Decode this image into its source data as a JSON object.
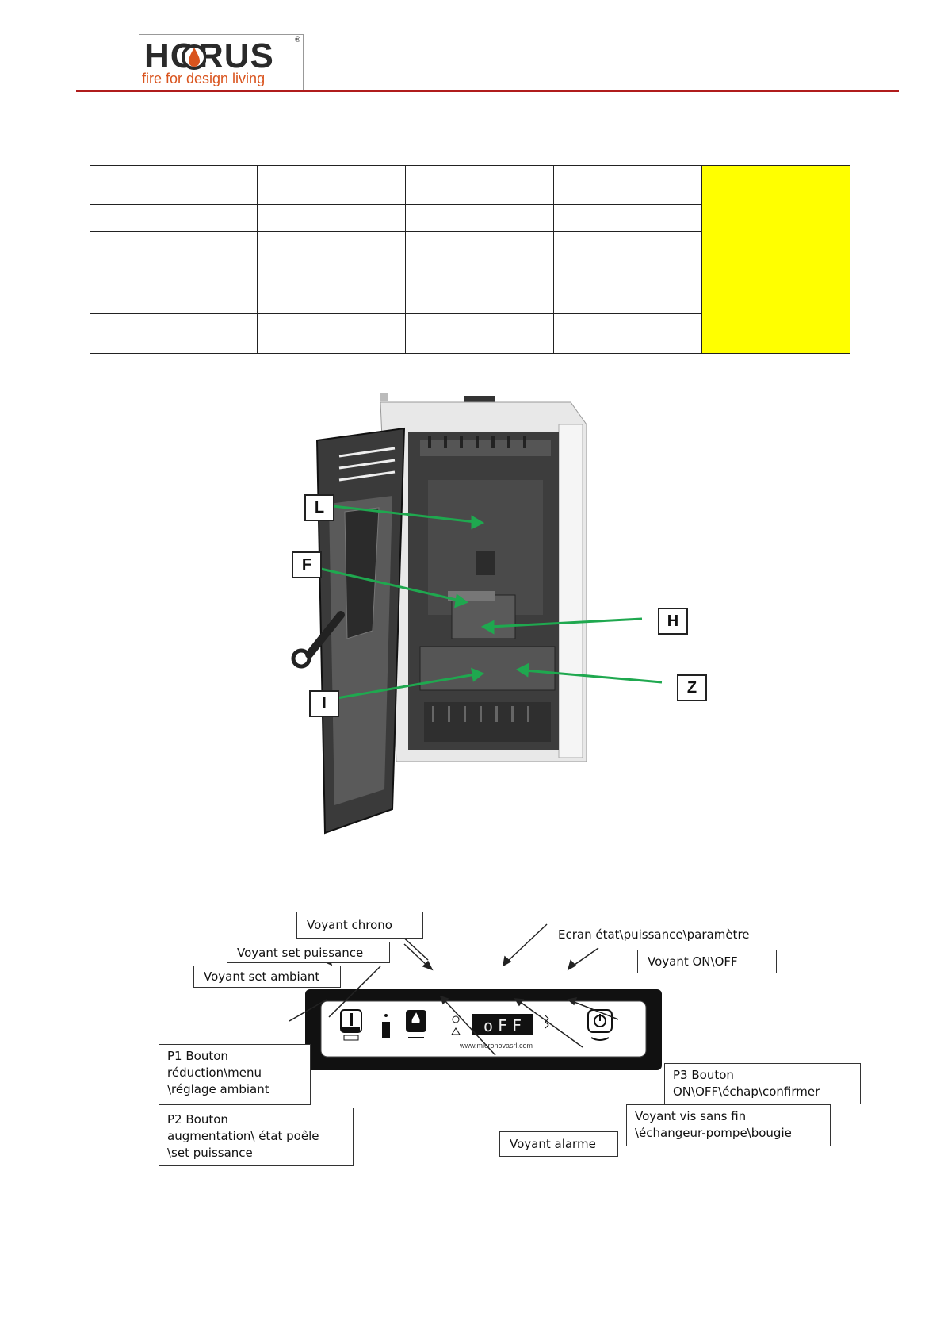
{
  "header": {
    "brand": "HORUS",
    "tagline": "fire for design living",
    "registered": "®"
  },
  "colors": {
    "rule": "#b01c1c",
    "brand_accent": "#d9541e",
    "highlight": "#ffff00",
    "arrow_green": "#1fa84f"
  },
  "stove": {
    "callouts": [
      "L",
      "F",
      "H",
      "Z",
      "I"
    ]
  },
  "panel": {
    "display": "oFF",
    "url": "www.micronovasrl.com",
    "labels": {
      "voyant_chrono": "Voyant chrono",
      "ecran": "Ecran état\\puissance\\paramètre",
      "voyant_set_puissance": "Voyant set puissance",
      "voyant_on_off": "Voyant ON\\OFF",
      "voyant_set_ambiant": "Voyant set ambiant",
      "p1": "P1 Bouton\nréduction\\menu\n\\réglage ambiant",
      "p3": "P3 Bouton\nON\\OFF\\échap\\confirmer",
      "p2": "P2 Bouton\naugmentation\\ état poêle\n\\set puissance",
      "voyant_vis": "Voyant vis sans fin\n\\échangeur-pompe\\bougie",
      "voyant_alarme": "Voyant alarme"
    }
  }
}
